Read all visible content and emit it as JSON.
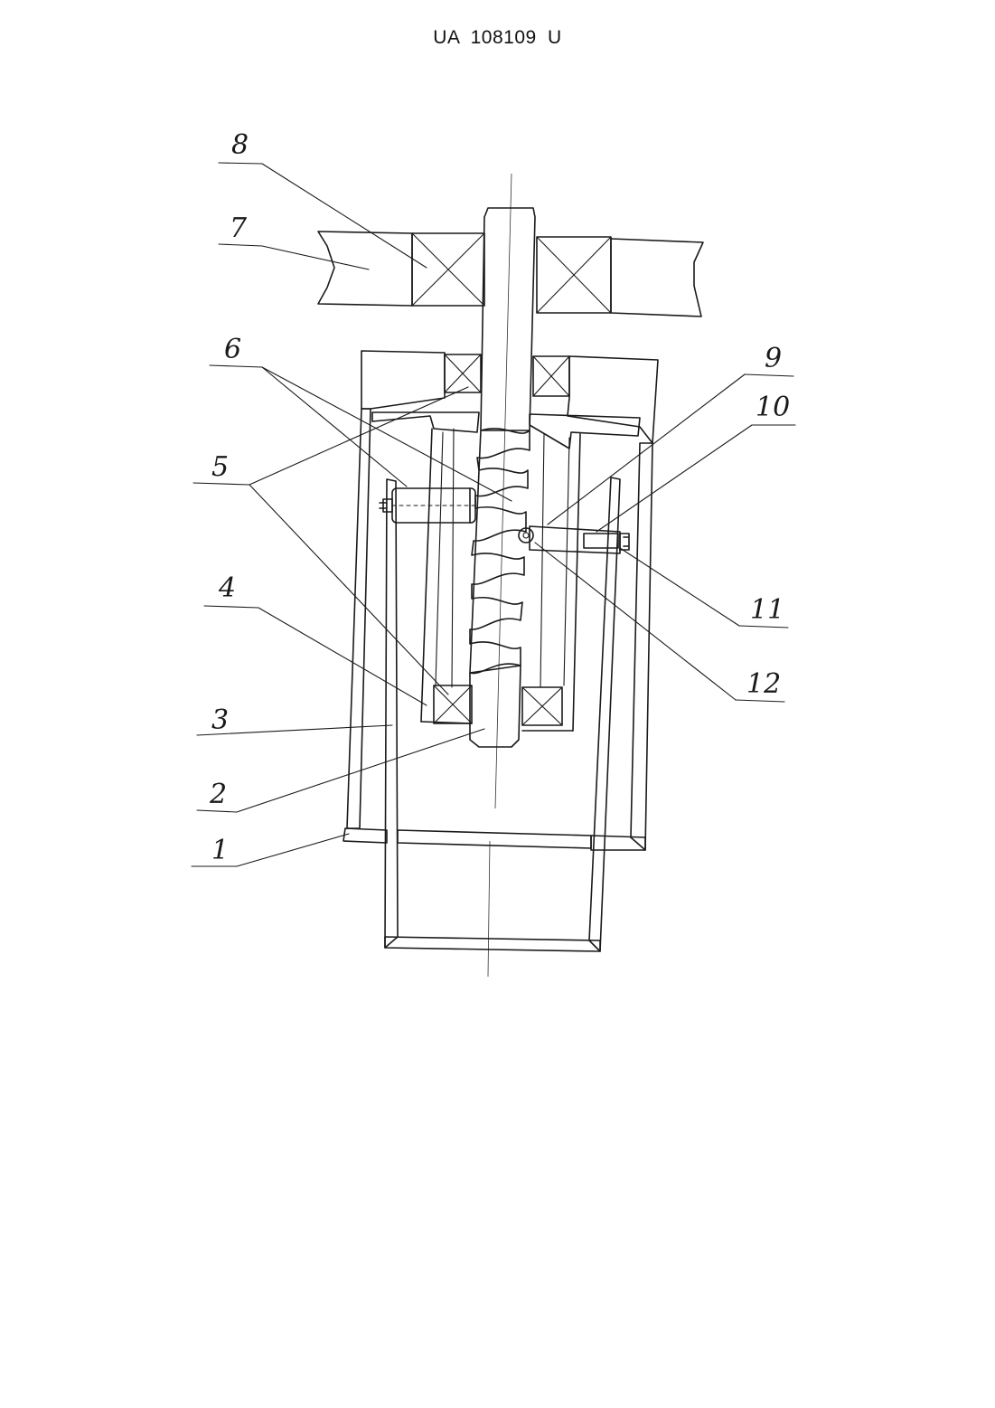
{
  "header": {
    "doc_number": "UA   108109   U"
  },
  "labels": {
    "l1": "1",
    "l2": "2",
    "l3": "3",
    "l4": "4",
    "l5": "5",
    "l6": "6",
    "l7": "7",
    "l8": "8",
    "l9": "9",
    "l10": "10",
    "l11": "11",
    "l12": "12"
  },
  "colors": {
    "ink": "#1a1a1a",
    "paper": "#ffffff"
  }
}
